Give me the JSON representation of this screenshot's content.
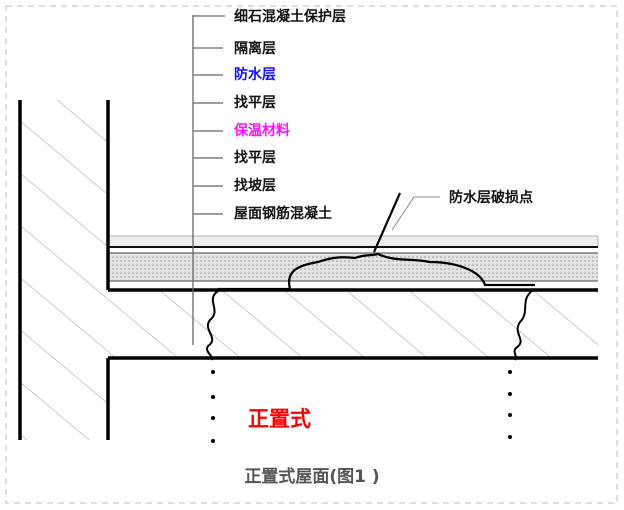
{
  "layers": [
    {
      "text": "细石混凝土保护层",
      "color": "#111111"
    },
    {
      "text": "隔离层",
      "color": "#111111"
    },
    {
      "text": "防水层",
      "color": "#1010ff"
    },
    {
      "text": "找平层",
      "color": "#111111"
    },
    {
      "text": "保温材料",
      "color": "#ff10ff"
    },
    {
      "text": "找平层",
      "color": "#111111"
    },
    {
      "text": "找坡层",
      "color": "#111111"
    },
    {
      "text": "屋面钢筋混凝土",
      "color": "#111111"
    }
  ],
  "damage_label": "防水层破损点",
  "type_label": "正置式",
  "caption": "正置式屋面(图1 )"
}
